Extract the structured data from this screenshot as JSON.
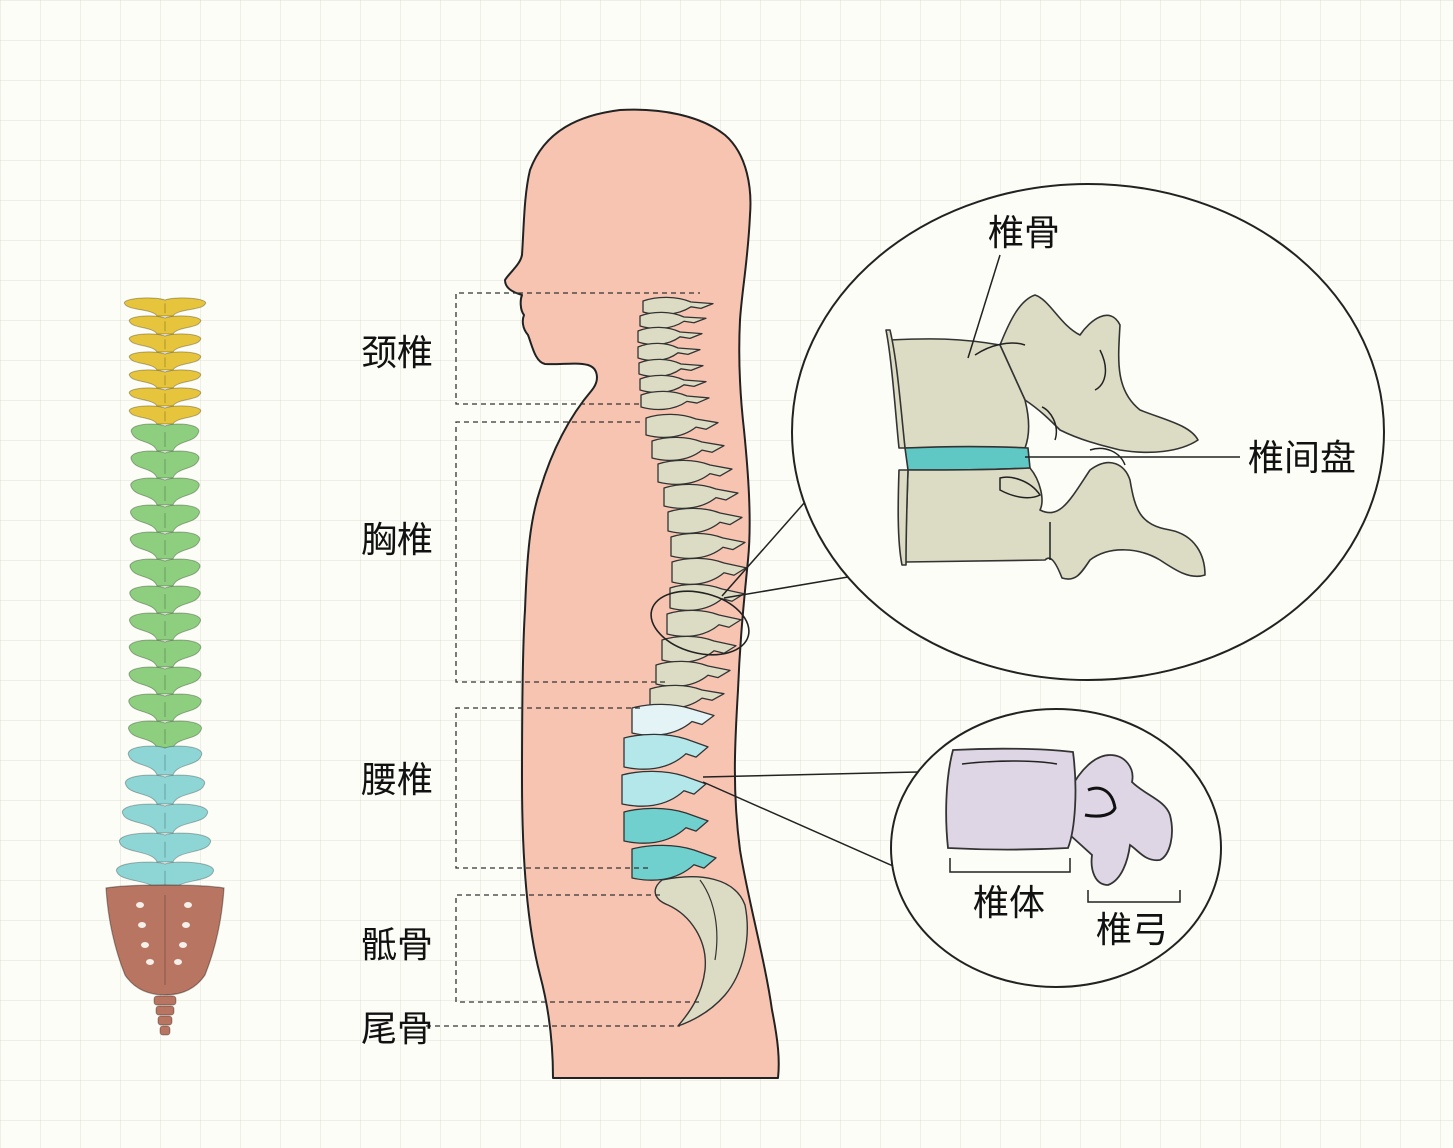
{
  "labels": {
    "cervical": "颈椎",
    "thoracic": "胸椎",
    "lumbar": "腰椎",
    "sacrum": "骶骨",
    "coccyx": "尾骨",
    "vertebra": "椎骨",
    "disc": "椎间盘",
    "vertebral_body": "椎体",
    "vertebral_arch": "椎弓"
  },
  "colors": {
    "background": "#fdfdf7",
    "body_silhouette": "#f7c4b2",
    "cervical": "#e6c43b",
    "thoracic": "#8ecf7f",
    "lumbar": "#8ed6d6",
    "sacrum": "#b87562",
    "bone": "#dcdcc4",
    "disc": "#5fc7c4",
    "lumbar_side_light": "#e4f4f6",
    "lumbar_side_mid": "#b4e7ea",
    "lumbar_side_dark": "#70d0ce",
    "vertebra_zoom": "#ded6e4"
  },
  "icons": {
    "front_spine": "spine-front-view-illustration",
    "side_body": "human-side-silhouette-illustration",
    "disc_zoom": "vertebra-and-disc-zoom-illustration",
    "lumbar_zoom": "lumbar-vertebra-zoom-illustration"
  }
}
